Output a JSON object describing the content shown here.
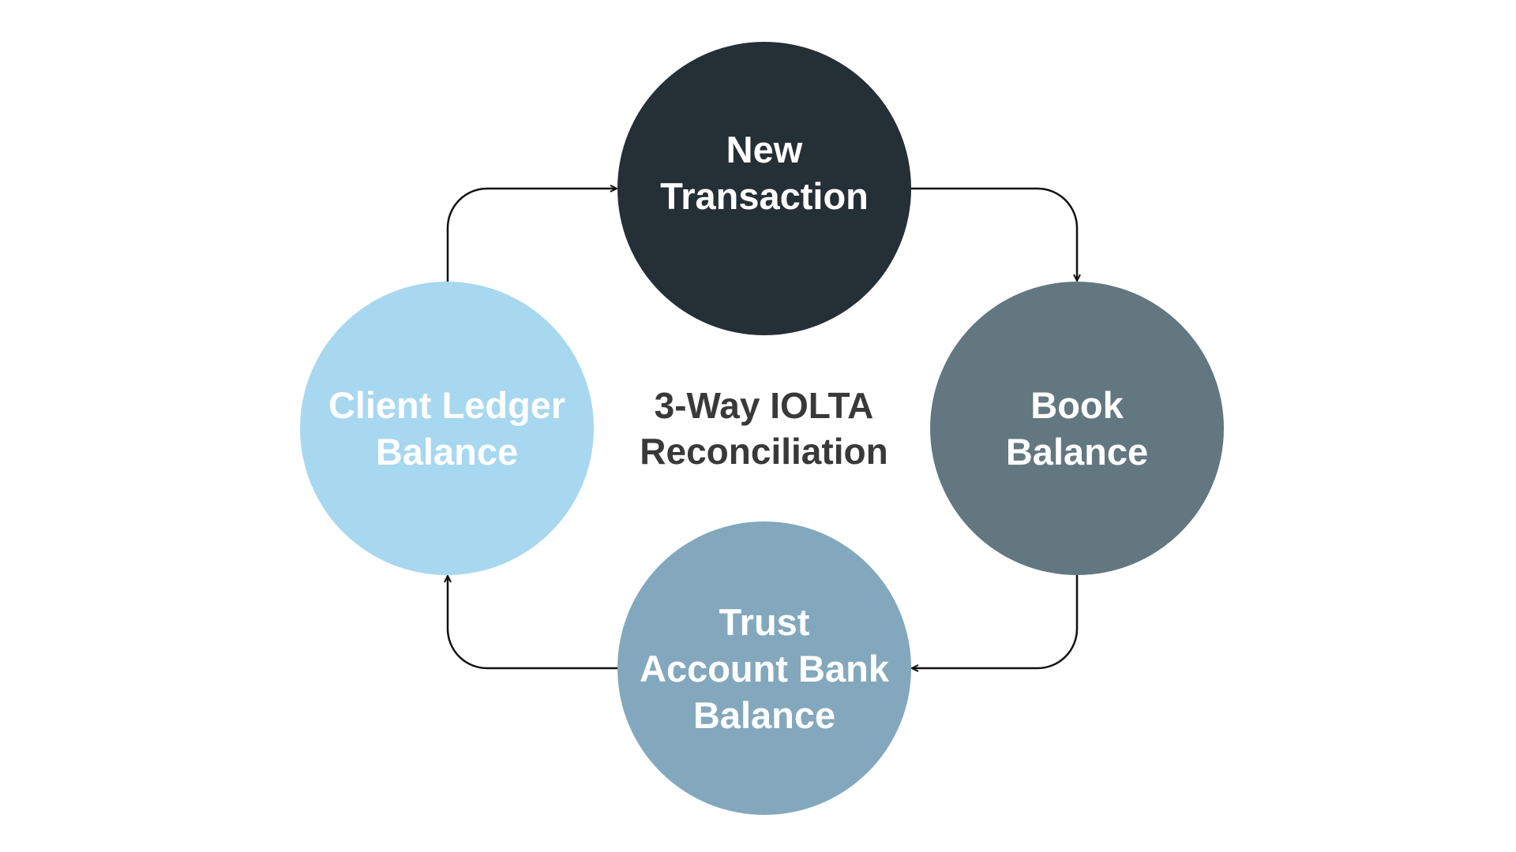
{
  "diagram": {
    "center_title": [
      "3-Way IOLTA",
      "Reconciliation"
    ],
    "nodes": {
      "new_transaction": {
        "lines": [
          "New",
          "Transaction"
        ],
        "color": "#252f36"
      },
      "book_balance": {
        "lines": [
          "Book",
          "Balance"
        ],
        "color": "#637781"
      },
      "trust_account_bank_balance": {
        "lines": [
          "Trust",
          "Account Bank",
          "Balance"
        ],
        "color": "#83a8bd"
      },
      "client_ledger_balance": {
        "lines": [
          "Client Ledger",
          "Balance"
        ],
        "color": "#a8d7f0"
      }
    },
    "flow": [
      "New Transaction -> Book Balance",
      "Book Balance -> Trust Account Bank Balance",
      "Trust Account Bank Balance -> Client Ledger Balance",
      "Client Ledger Balance -> New Transaction"
    ],
    "connector_color": "#111111",
    "background": "#ffffff"
  }
}
